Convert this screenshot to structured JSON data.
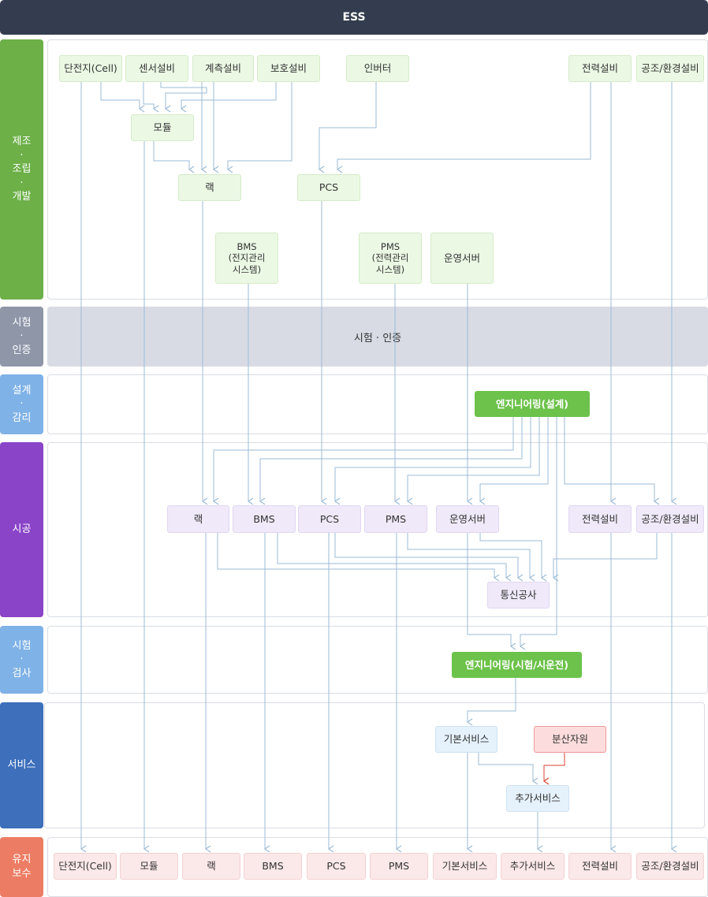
{
  "title": "ESS",
  "stages": {
    "manufacturing": "제조\n·\n조립\n·\n개발",
    "certification": "시험\n·\n인증",
    "design": "설계\n·\n감리",
    "construction": "시공",
    "testing": "시험\n·\n검사",
    "service": "서비스",
    "maintenance": "유지\n보수"
  },
  "manufacturing": {
    "cell": "단전지(Cell)",
    "sensor": "센서설비",
    "metering": "계측설비",
    "protection": "보호설비",
    "inverter": "인버터",
    "power": "전력설비",
    "hvac": "공조/환경설비",
    "module": "모듈",
    "rack": "랙",
    "pcs": "PCS",
    "bms": "BMS\n(전지관리\n시스템)",
    "pms": "PMS\n(전력관리\n시스템)",
    "server": "운영서버"
  },
  "certification": {
    "label": "시험 · 인증"
  },
  "design": {
    "engineering": "엔지니어링(설계)"
  },
  "construction": {
    "rack": "랙",
    "bms": "BMS",
    "pcs": "PCS",
    "pms": "PMS",
    "server": "운영서버",
    "power": "전력설비",
    "hvac": "공조/환경설비",
    "comm": "통신공사"
  },
  "testing": {
    "engineering": "엔지니어링(시험/시운전)"
  },
  "service": {
    "basic": "기본서비스",
    "distributed": "분산자원",
    "additional": "추가서비스"
  },
  "maintenance": {
    "items": [
      "단전지(Cell)",
      "모듈",
      "랙",
      "BMS",
      "PCS",
      "PMS",
      "기본서비스",
      "추가서비스",
      "전력설비",
      "공조/환경설비"
    ]
  },
  "colors": {
    "header": "#333d4f",
    "manufacturing": "#6cb047",
    "certification": "#8e96a8",
    "design": "#7fb2e6",
    "construction": "#8a44c7",
    "testing": "#7fb2e6",
    "service": "#3d6fbb",
    "maintenance": "#ec7d64",
    "connector": "#9bbbd6",
    "highlight_connector": "#d9412f"
  }
}
